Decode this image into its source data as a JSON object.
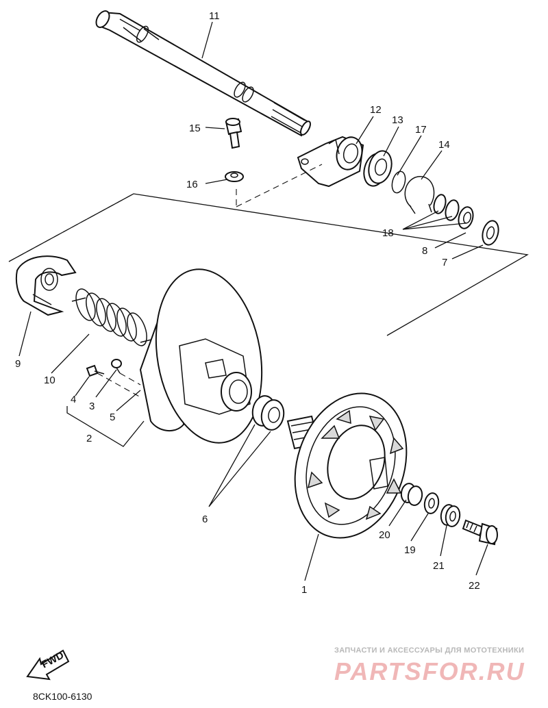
{
  "diagram": {
    "code": "8CK100-6130",
    "fwd_label": "FWD",
    "watermark": {
      "top_text": "ЗАПЧАСТИ И АКСЕССУАРЫ ДЛЯ МОТОТЕХНИКИ",
      "logo_text": "PARTSFOR.RU"
    },
    "callouts": {
      "p1": "1",
      "p2": "2",
      "p3": "3",
      "p4": "4",
      "p5": "5",
      "p6": "6",
      "p7": "7",
      "p8": "8",
      "p9": "9",
      "p10": "10",
      "p11": "11",
      "p12": "12",
      "p13": "13",
      "p14": "14",
      "p15": "15",
      "p16": "16",
      "p17": "17",
      "p18": "18",
      "p19": "19",
      "p20": "20",
      "p21": "21",
      "p22": "22"
    }
  }
}
